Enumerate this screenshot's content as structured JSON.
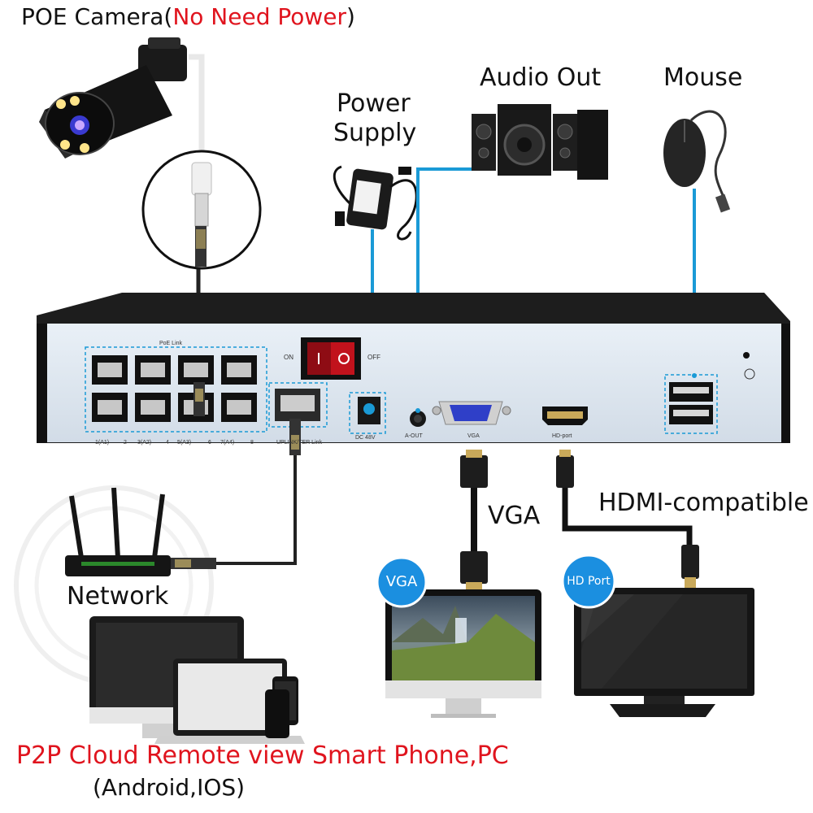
{
  "title": {
    "prefix": "POE Camera(",
    "highlight": "No Need Power",
    "suffix": ")"
  },
  "labels": {
    "power_supply_line1": "Power",
    "power_supply_line2": "Supply",
    "audio_out": "Audio Out",
    "mouse": "Mouse",
    "network": "Network",
    "vga_cable": "VGA",
    "hdmi_cable": "HDMI-compatible",
    "vga_badge": "VGA",
    "hd_port_badge": "HD Port",
    "remote_line1": "P2P Cloud Remote view Smart Phone,PC",
    "remote_line2": "(Android,IOS)"
  },
  "nvr": {
    "poe_link": "PoE Link",
    "switch_on": "ON",
    "switch_off": "OFF",
    "dc_label": "DC 48V",
    "aout_label": "A-OUT",
    "vga_label": "VGA",
    "hdport_label": "HD-port",
    "uplink_label": "UPLINK/TER Link",
    "port_numbers": [
      "1(A1)",
      "2",
      "3(A2)",
      "4",
      "5(A3)",
      "6",
      "7(A4)",
      "8"
    ]
  },
  "colors": {
    "accent_red": "#e0141e",
    "cable_blue": "#1a9ad6",
    "badge_blue": "#1b8fe0",
    "nvr_panel": "#dfe9f3",
    "nvr_body": "#1d1d1d"
  },
  "icons": [
    "poe-camera-icon",
    "power-adapter-icon",
    "speaker-icon",
    "mouse-icon",
    "router-icon",
    "monitor-icon",
    "laptop-icon",
    "phone-icon"
  ]
}
